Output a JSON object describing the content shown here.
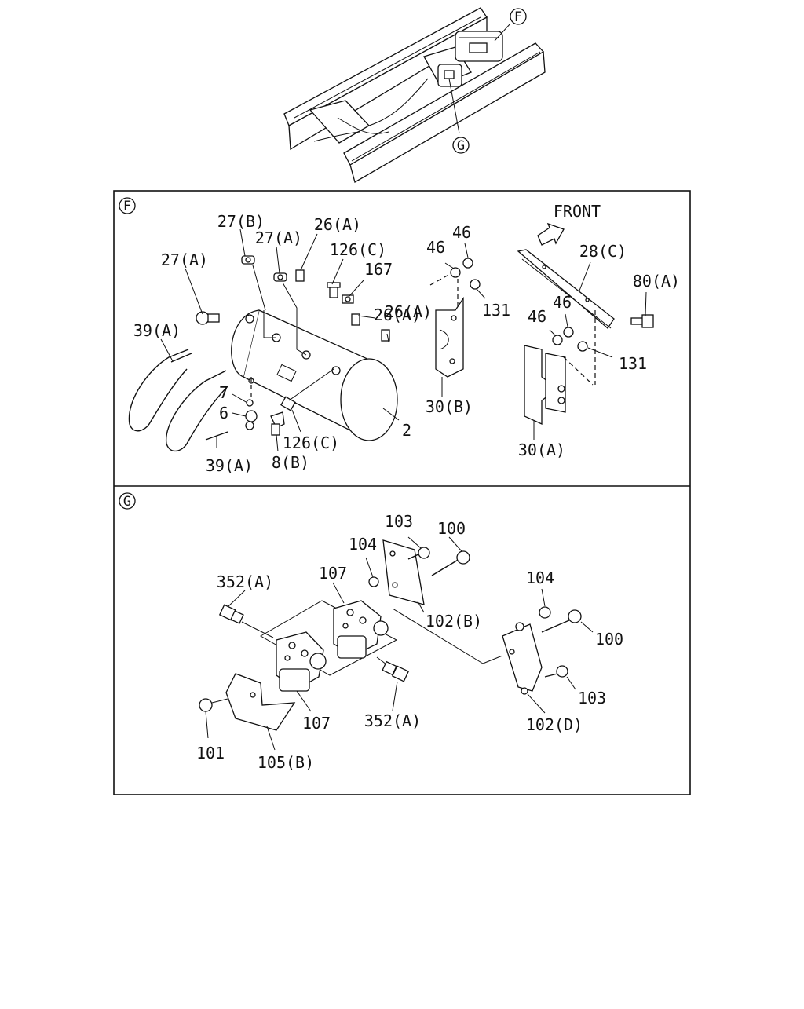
{
  "overview": {
    "callout_f": "F",
    "callout_g": "G"
  },
  "panel_f": {
    "tag": "F",
    "front_label": "FRONT",
    "labels": {
      "l_27b": "27(B)",
      "l_27a_top": "27(A)",
      "l_27a_left": "27(A)",
      "l_26a_top": "26(A)",
      "l_126c_top": "126(C)",
      "l_167": "167",
      "l_26a_mid": "26(A)",
      "l_26a_low": "26(A)",
      "l_39a_top": "39(A)",
      "l_39a_bottom": "39(A)",
      "l_7": "7",
      "l_6": "6",
      "l_126c_bottom": "126(C)",
      "l_8b": "8(B)",
      "l_2": "2",
      "l_46_a": "46",
      "l_46_b": "46",
      "l_131_a": "131",
      "l_30b": "30(B)",
      "l_28c": "28(C)",
      "l_80a": "80(A)",
      "l_46_c": "46",
      "l_46_d": "46",
      "l_131_b": "131",
      "l_30a": "30(A)"
    }
  },
  "panel_g": {
    "tag": "G",
    "labels": {
      "l_103_top": "103",
      "l_100_top": "100",
      "l_104_top": "104",
      "l_107_top": "107",
      "l_352a_top": "352(A)",
      "l_102b": "102(B)",
      "l_104_right": "104",
      "l_100_right": "100",
      "l_103_right": "103",
      "l_102d": "102(D)",
      "l_107_bottom": "107",
      "l_352a_bottom": "352(A)",
      "l_101": "101",
      "l_105b": "105(B)"
    }
  }
}
